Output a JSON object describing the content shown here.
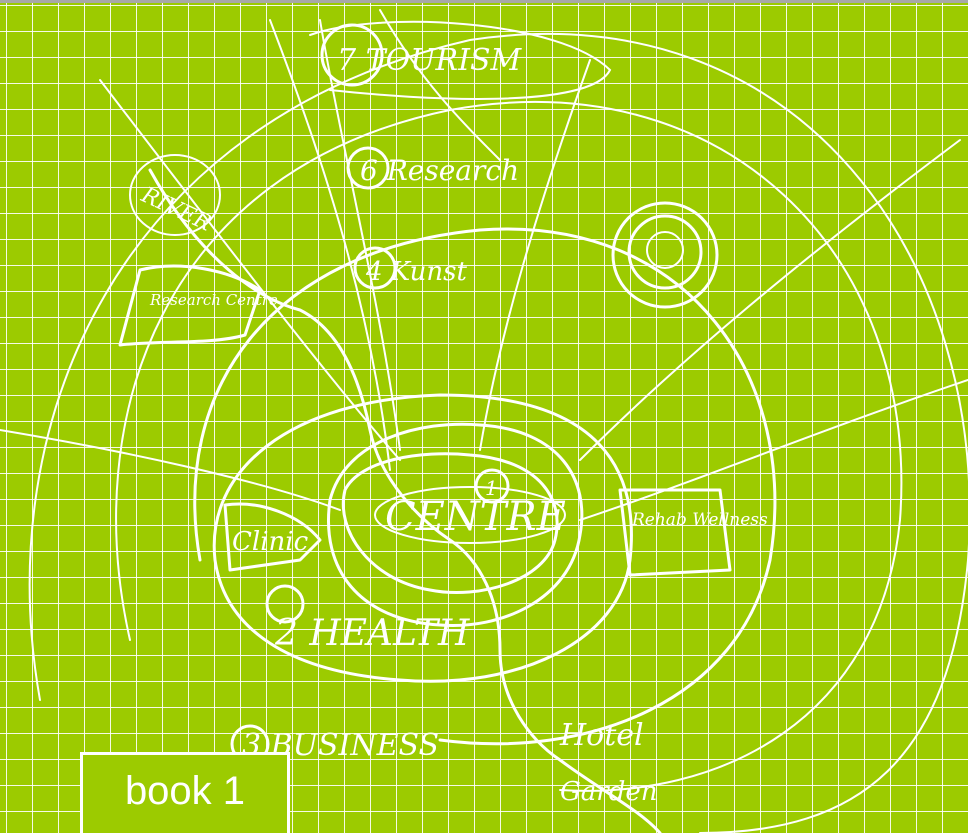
{
  "sketch": {
    "labels": {
      "tourism": "7  TOURISM",
      "research": "6  Research",
      "kunst": "4  Kunst",
      "centre_num": "1",
      "centre": "CENTRE",
      "health": "2 HEALTH",
      "business": "3  BUSINESS",
      "clinic": "Clinic",
      "rehab": "Rehab Wellness",
      "river": "RIVER",
      "research_centre": "Research Centre",
      "hotel": "Hotel",
      "garden": "Garden"
    }
  },
  "book_label": "book 1",
  "colors": {
    "background": "#9ccb00",
    "ink": "#ffffff"
  }
}
